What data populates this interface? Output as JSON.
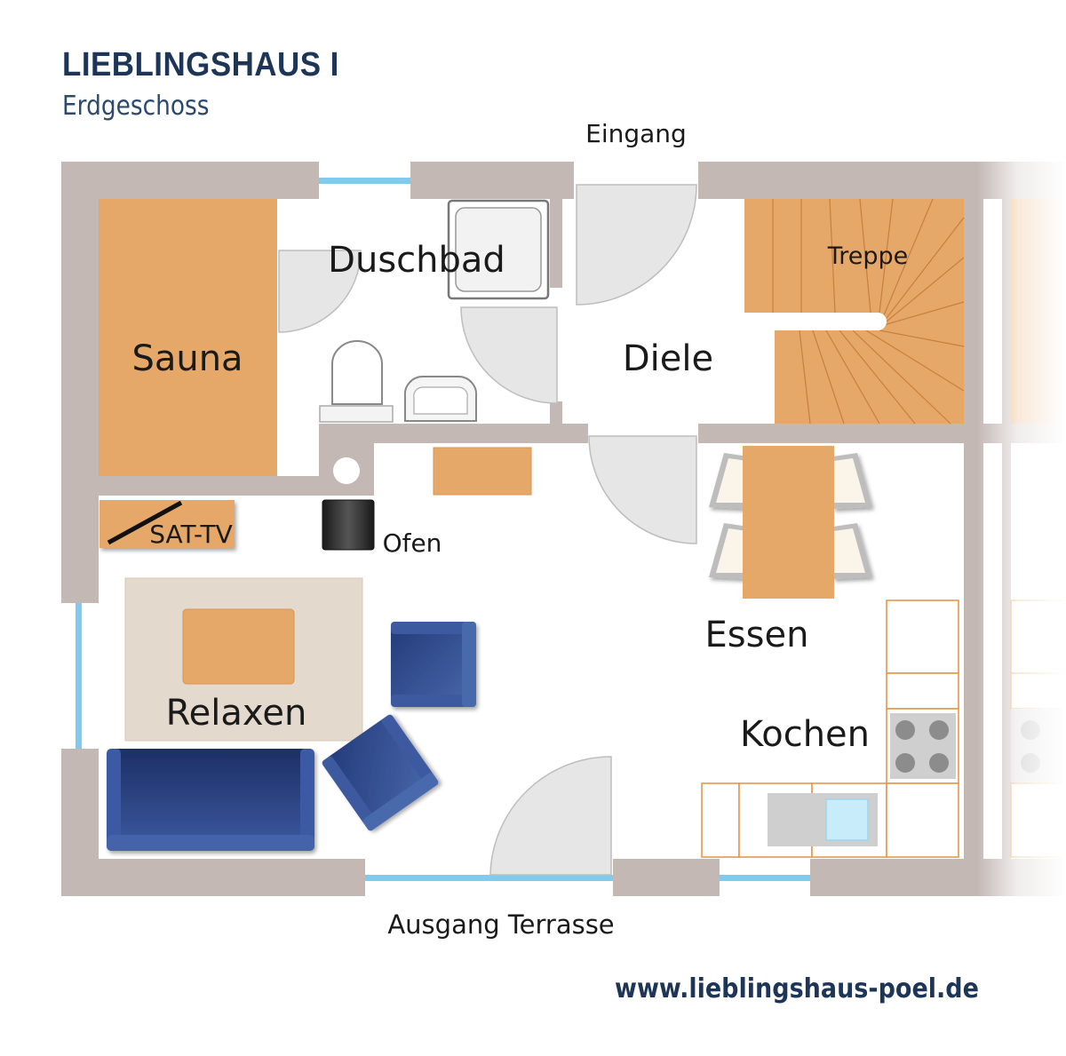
{
  "header": {
    "title": "LIEBLINGSHAUS I",
    "subtitle": "Erdgeschoss"
  },
  "labels": {
    "entrance": "Eingang",
    "shower_bath": "Duschbad",
    "stairs": "Treppe",
    "sauna": "Sauna",
    "hall": "Diele",
    "sat_tv": "SAT-TV",
    "stove": "Ofen",
    "dining": "Essen",
    "relax": "Relaxen",
    "cooking": "Kochen",
    "terrace_exit": "Ausgang Terrasse"
  },
  "footer": {
    "website": "www.lieblingshaus-poel.de"
  },
  "colors": {
    "wall": "#c3b8b4",
    "window": "#7ecbed",
    "furniture_orange": "#e6a868",
    "sofa_blue": "#2e4d8f",
    "rug": "#e3d9cc",
    "door": "#e5e5e5",
    "heading_navy": "#1d3557"
  }
}
